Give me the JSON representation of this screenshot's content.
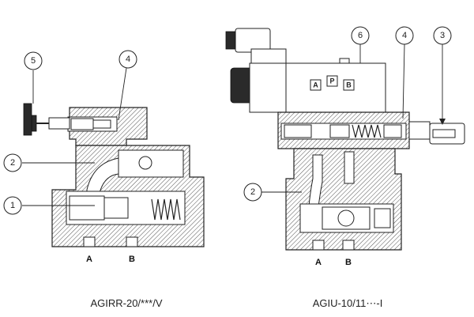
{
  "left_valve": {
    "caption": "AGIRR-20/***/V",
    "ports": [
      "A",
      "B"
    ],
    "callouts": [
      "5",
      "4",
      "2",
      "1"
    ]
  },
  "right_valve": {
    "caption": "AGIU-10/11⋯-I",
    "ports": [
      "A",
      "B"
    ],
    "callouts": [
      "6",
      "4",
      "3",
      "2"
    ],
    "solenoid_labels": [
      "A",
      "P",
      "B"
    ]
  }
}
